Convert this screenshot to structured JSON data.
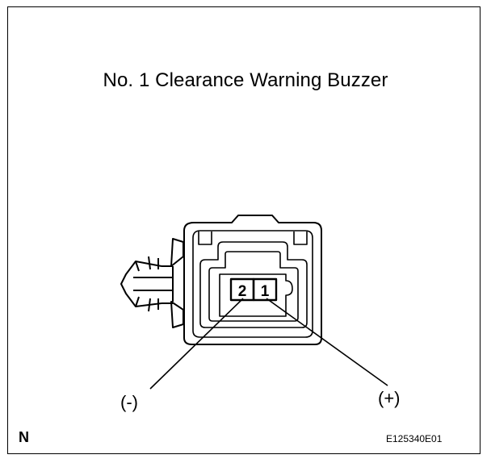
{
  "title": "No. 1 Clearance Warning Buzzer",
  "pins": [
    {
      "number": "2",
      "polarity": "(-)"
    },
    {
      "number": "1",
      "polarity": "(+)"
    }
  ],
  "corner_letter": "N",
  "figure_code": "E125340E01"
}
